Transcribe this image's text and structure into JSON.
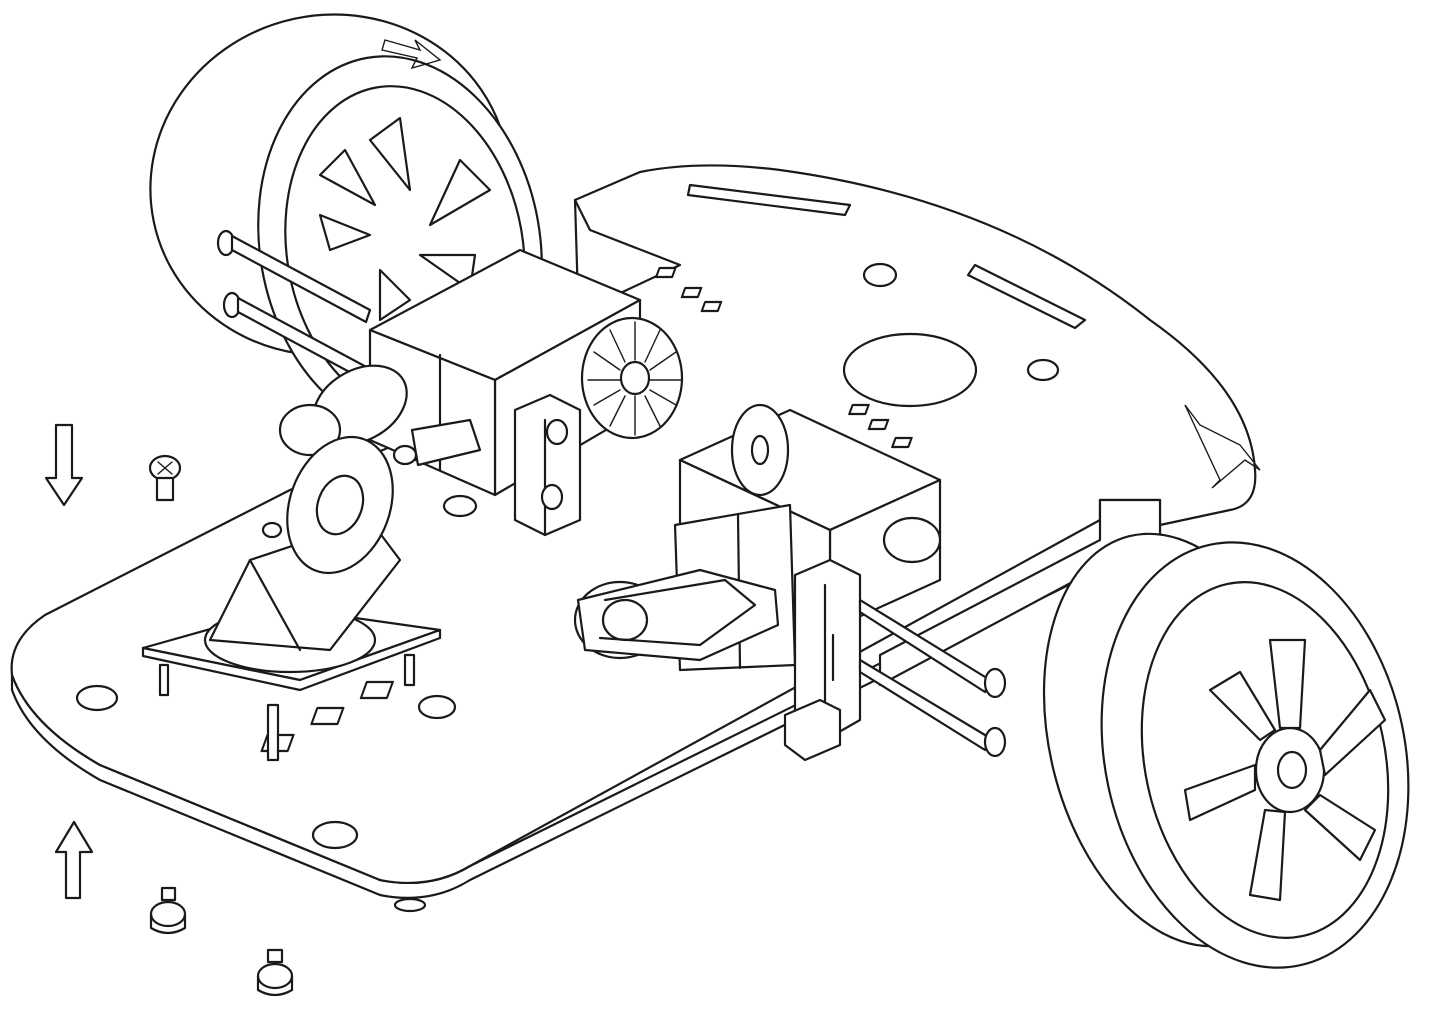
{
  "diagram": {
    "style": "isometric line drawing, exploded assembly",
    "colors": {
      "line": "#1a1a1a",
      "background": "#ffffff"
    },
    "parts": [
      "chassis-plate",
      "rear-left-wheel",
      "front-right-wheel",
      "left-gear-motor",
      "right-gear-motor",
      "caster-wheel",
      "encoder-disc",
      "mounting-bracket",
      "long-bolt",
      "small-screw",
      "arrow-down-icon",
      "arrow-up-icon"
    ]
  }
}
